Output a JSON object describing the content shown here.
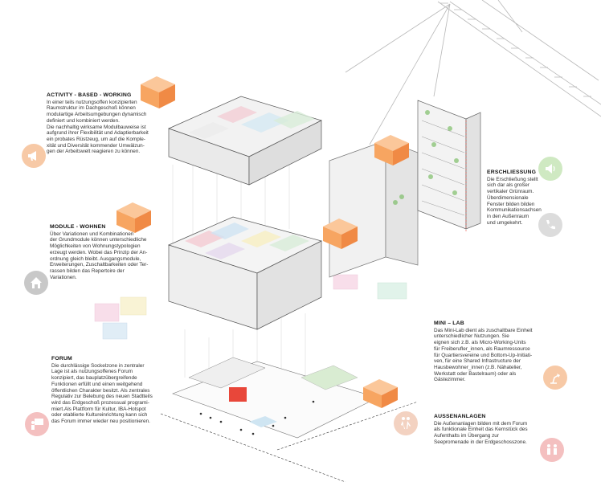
{
  "sections": {
    "activity": {
      "title": "ACTIVITY - BASED - WORKING",
      "body": "In einer teils nutzungsoffen konzipierten\nRaumstruktur im Dachgeschoß können\nmodulartige Arbeitsumgebungen dynamisch\ndefiniert und kombiniert werden.\nDie nachhaltig wirksame Modulbauweise ist\naufgrund ihrer Flexibilität und Adaptierbarkeit\nein probates Rüstzeug, um auf die Komple-\nxität und Diversität kommender Umwälzun-\ngen der Arbeitswelt reagieren zu können."
    },
    "module": {
      "title": "MODULE - WOHNEN",
      "body": "Über Variationen und Kombinationen\nder Grundmodule können unterschiedliche\nMöglichkeiten von Wohnungstypologien\nerzeugt werden. Wobei das Prinzip der An-\nordnung gleich bleibt. Ausgangsmodule,\nErweiterungen, Zuschaltbarkeiten oder Ter-\nrassen bilden das Repertoire der\nVariationen."
    },
    "forum": {
      "title": "FORUM",
      "body": "Die durchlässige Sockelzone in zentraler\nLage ist als nutzungsoffenes Forum\nkonzipiert, das bauplatzübergreifende\nFunktionen erfüllt und einen weitgehend\nöffentlichen Charakter besitzt. Als zentrales\nRegulativ zur Belebung des neuen Stadtteils\nwird das Erdgeschoß prozessual programi-\nmiert.Als Plattform für Kultur, IBA-Hotspot\noder etablierte Kultureinrichtung kann sich\ndas Forum immer wieder neu positionieren."
    },
    "erschliessung": {
      "title": "ERSCHLIESSUNG",
      "body": "Die Erschließung stellt\nsich dar als großer\nvertikaler Grünraum.\nÜberdimensionale\nFenster bilden bilden\nKommunikationsachsen\nin den Außenraum\nund umgekehrt."
    },
    "minilab": {
      "title": "MINI – LAB",
      "body": "Das Mini-Lab dient als zuschaltbare Einheit\nunterschiedlicher Nutzungen. Sie\neignen sich z.B. als Micro-Working-Units\nfür Freiberufler_innen, als Raumressource\nfür Quartiersvereine und Bottom-Up-Initiati-\nven, für eine Shared Infrastructure der\nHausbewohner_innen (z.B. Nähatelier,\nWerkstatt oder Bastelraum) oder als\nGästezimmer."
    },
    "aussenanlagen": {
      "title": "AUSSENANLAGEN",
      "body": "Die Außenanlagen bilden mit dem Forum\nals funktionale Einheit das Kernstück des\nAufenthalts im Übergang zur\nSeepromenade in der Erdgeschosszone."
    }
  },
  "icons": {
    "megaphone": "megaphone-icon",
    "house": "house-icon",
    "presentation": "presentation-icon",
    "speaker": "speaker-icon",
    "phone": "phone-icon",
    "lamp": "desk-lamp-icon",
    "walking": "walking-people-icon",
    "people": "people-icon"
  },
  "colors": {
    "orange_box": "#f7b27a",
    "accent_red": "#e8473a",
    "icon_grey": "#c8c8c8",
    "icon_green": "#cfe9c2",
    "icon_orange": "#f7c9a6",
    "icon_pink": "#f4c0c0",
    "icon_peach": "#f3d2c1"
  }
}
